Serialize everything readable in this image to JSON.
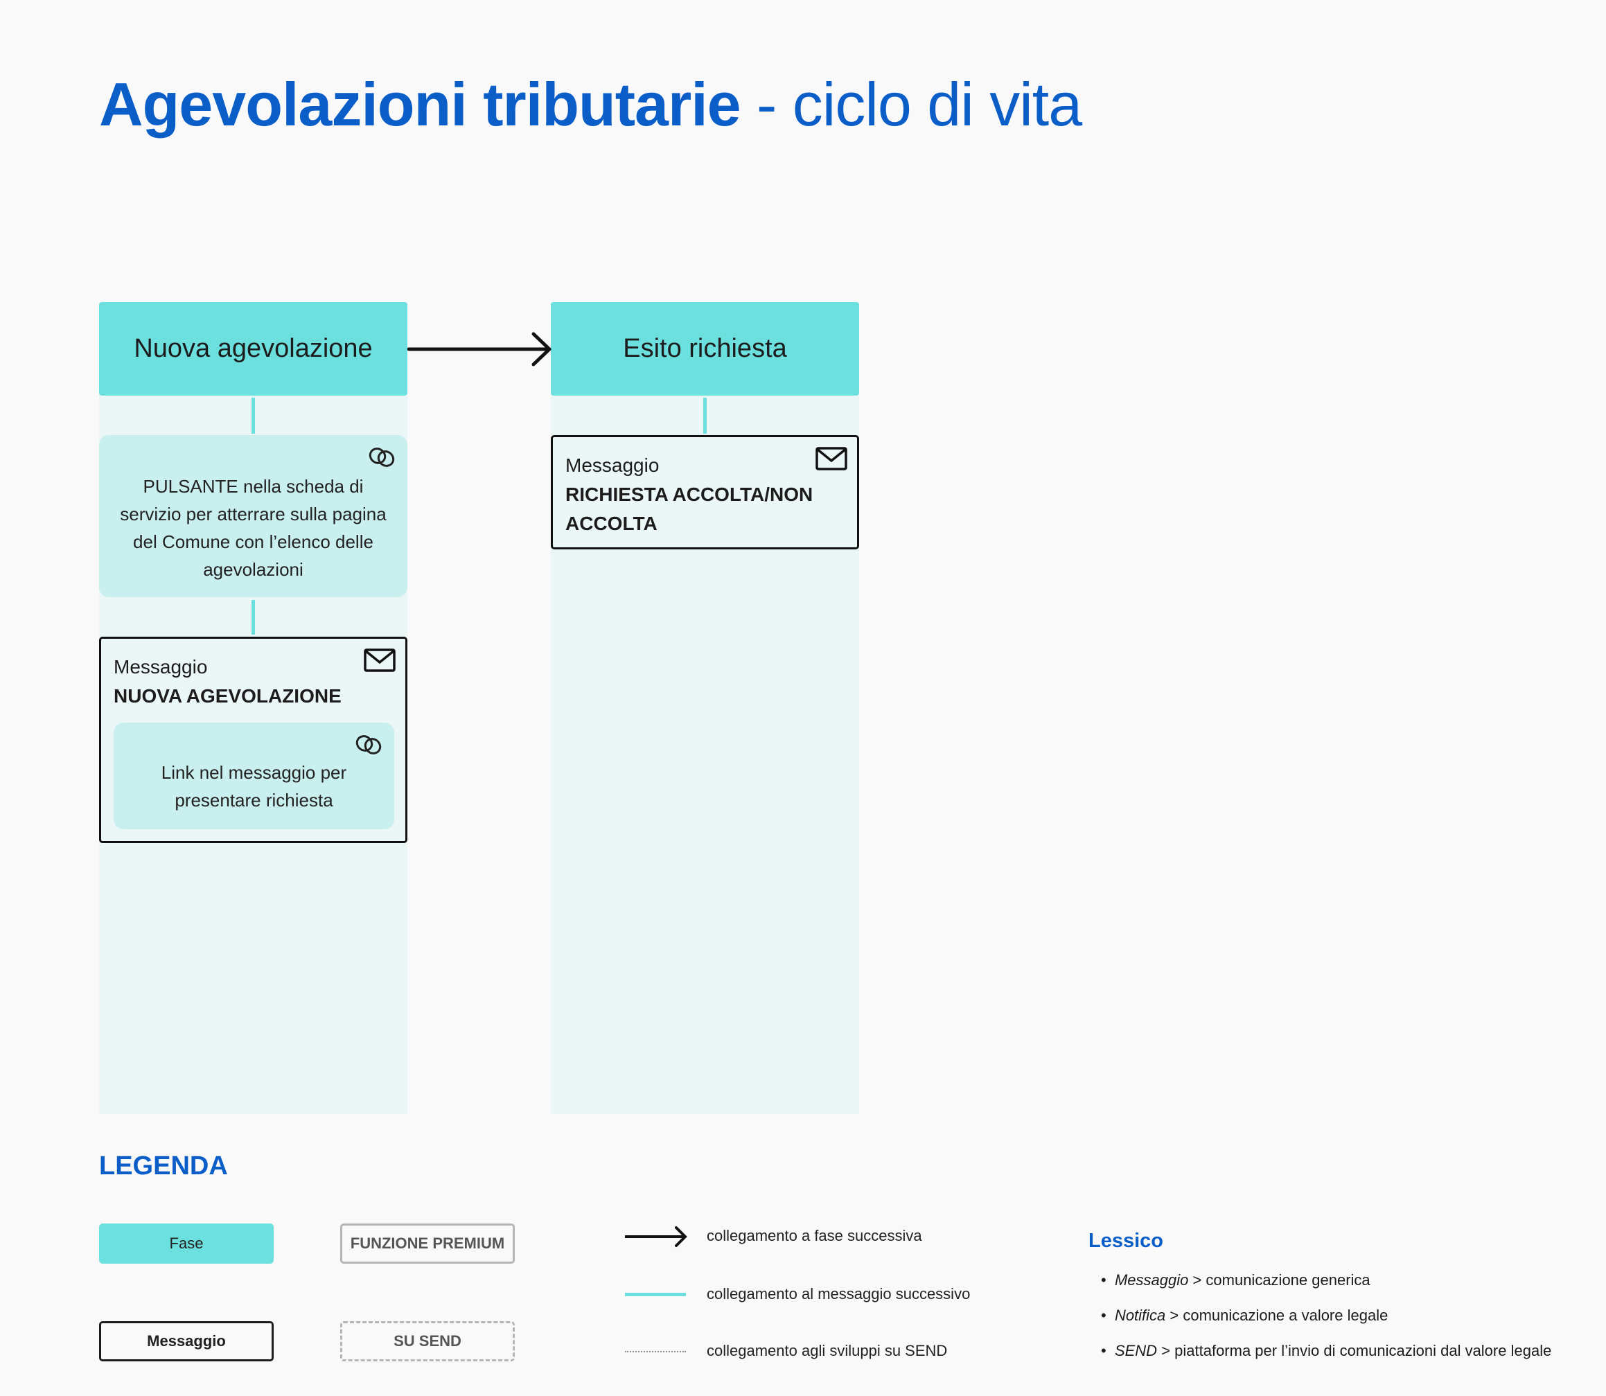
{
  "title": {
    "bold": "Agevolazioni tributarie",
    "rest": " - ciclo di vita"
  },
  "phases": [
    {
      "label": "Nuova agevolazione"
    },
    {
      "label": "Esito richiesta"
    }
  ],
  "col1": {
    "button_card": "PULSANTE nella scheda di servizio per atterrare sulla pagina del Comune con l’elenco delle agevolazioni",
    "message": {
      "kind": "Messaggio",
      "title": "NUOVA AGEVOLAZIONE",
      "link_card": "Link nel messaggio per presentare richiesta"
    }
  },
  "col2": {
    "message": {
      "kind": "Messaggio",
      "title": "RICHIESTA ACCOLTA/NON ACCOLTA"
    }
  },
  "legend": {
    "title": "LEGENDA",
    "fase": "Fase",
    "premium": "FUNZIONE PREMIUM",
    "messaggio": "Messaggio",
    "send": "SU SEND",
    "arrow_text": "collegamento a fase successiva",
    "line_text": "collegamento al messaggio successivo",
    "dotted_text": "collegamento agli sviluppi su SEND"
  },
  "lessico": {
    "title": "Lessico",
    "items": [
      {
        "term": "Messaggio",
        "def": " > comunicazione generica"
      },
      {
        "term": "Notifica",
        "def": " > comunicazione a valore legale"
      },
      {
        "term": "SEND",
        "def": " > piattaforma per  l’invio di comunicazioni dal valore legale"
      }
    ]
  },
  "colors": {
    "accent": "#0b5ec8",
    "phase": "#6ce0df",
    "card": "#c9efee",
    "column": "#ebf7f6"
  }
}
